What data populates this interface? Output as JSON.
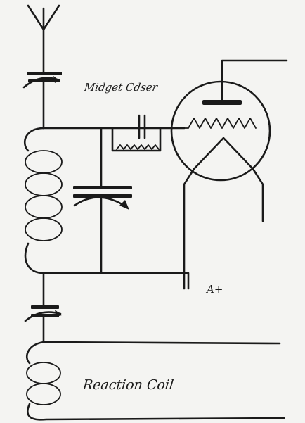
{
  "labels": {
    "midget_condenser": "Midget Cdser",
    "a_plus": "A+",
    "reaction_coil": "Reaction Coil"
  },
  "colors": {
    "ink": "#1a1a1a",
    "paper": "#f4f4f2"
  },
  "components": {
    "antenna": "antenna-icon",
    "variable_capacitor": "variable-capacitor-icon",
    "tuning_coil": "coil-icon",
    "grid_leak": "resistor-icon",
    "vacuum_tube": "triode-tube-icon"
  }
}
